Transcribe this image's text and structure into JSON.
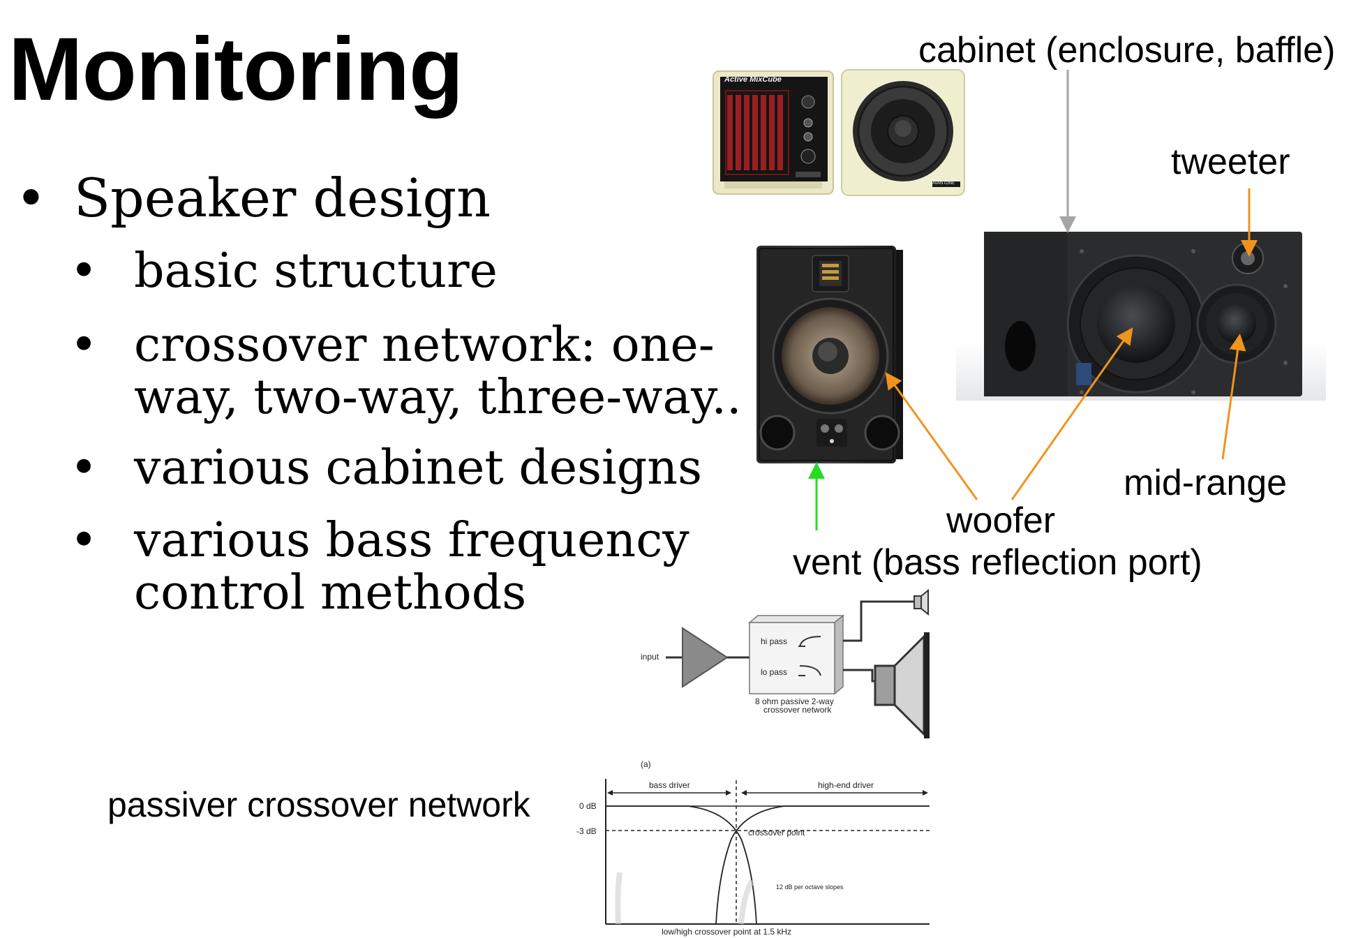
{
  "slide": {
    "title": "Monitoring",
    "bullets": [
      {
        "text": "Speaker design",
        "level": 1
      },
      {
        "text": "basic structure",
        "level": 2
      },
      {
        "text": "crossover network: one-way, two-way, three-way..",
        "line1": "crossover network: one-",
        "line2": "way, two-way, three-way..",
        "level": 2
      },
      {
        "text": "various cabinet designs",
        "level": 2
      },
      {
        "text": "various bass frequency control methods",
        "line1": "various bass frequency",
        "line2": "control methods",
        "level": 2
      }
    ],
    "bullet_glyph": "•"
  },
  "photo_labels": {
    "cabinet": "cabinet (enclosure, baffle)",
    "tweeter": "tweeter",
    "mid_range": "mid-range",
    "woofer": "woofer",
    "vent": "vent (bass reflection port)"
  },
  "product_text": {
    "mixcube_panel": "Active MixCube",
    "mixcube_brand": "AVANTONE"
  },
  "crossover_diagram": {
    "input": "input",
    "hi_pass": "hi pass",
    "lo_pass": "lo pass",
    "caption_line1": "8 ohm passive 2-way",
    "caption_line2": "crossover network"
  },
  "response_chart": {
    "caption": "passiver crossover network",
    "panel_label": "(a)",
    "bass_driver": "bass driver",
    "high_end_driver": "high-end driver",
    "zero_db": "0 dB",
    "minus3_db": "-3 dB",
    "crossover_point": "crossover point",
    "slopes": "12 dB per octave slopes",
    "bottom_label": "low/high crossover point at 1.5 kHz"
  },
  "colors": {
    "orange_arrow": "#f0941d",
    "green_arrow": "#22dd22",
    "gray_arrow": "#a5a5a5",
    "mixcube_cream": "#efefd0",
    "mixcube_red": "#9b1f22"
  }
}
